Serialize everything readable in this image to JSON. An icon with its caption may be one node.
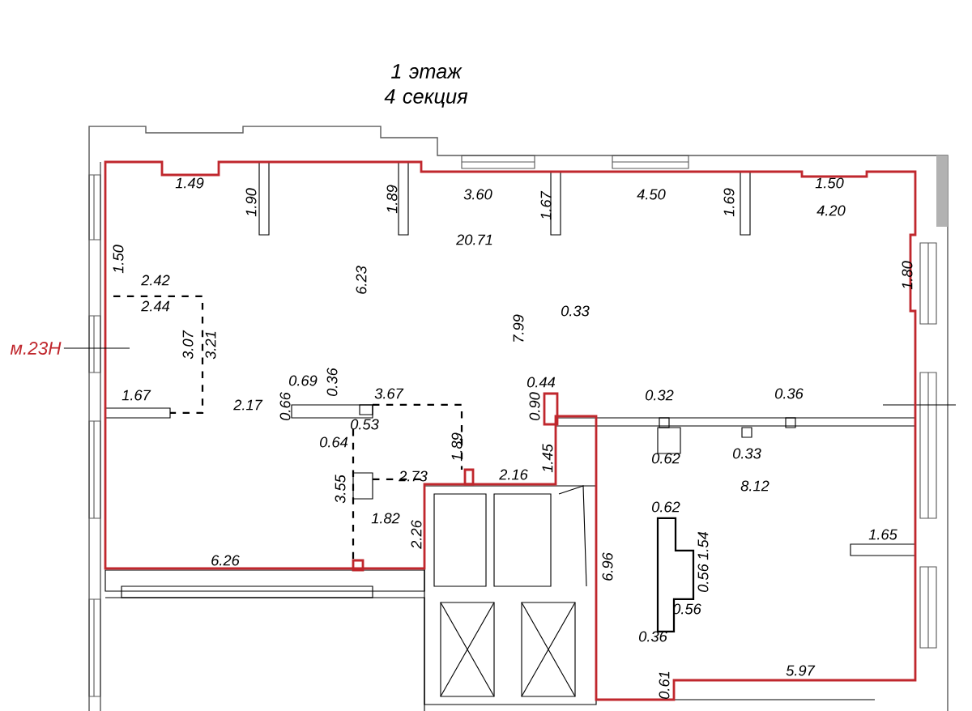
{
  "diagram": {
    "title": "1 этаж 4 секция",
    "nodes": [
      {
        "text": [
          "м.23Н"
        ]
      },
      {
        "text": [],
        "shape": "polygon"
      }
    ],
    "edges": [
      {
        "from": 0,
        "to": 1,
        "arrow": "none"
      }
    ],
    "labels": [
      "1.49",
      "1.90",
      "1.89",
      "3.60",
      "1.67",
      "20.71",
      "4.50",
      "1.69",
      "1.50",
      "4.20",
      "1.50",
      "6.23",
      "2.42",
      "2.44",
      "1.80",
      "0.33",
      "7.99",
      "3.07",
      "3.21",
      "1.67",
      "2.17",
      "0.69",
      "0.36",
      "0.66",
      "3.67",
      "0.53",
      "0.64",
      "0.44",
      "0.90",
      "0.32",
      "0.36",
      "1.89",
      "0.62",
      "0.33",
      "8.12",
      "1.45",
      "3.55",
      "2.73",
      "2.16",
      "1.82",
      "2.26",
      "0.62",
      "1.54",
      "1.65",
      "6.96",
      "6.26",
      "0.56",
      "0.56",
      "0.36",
      "0.61",
      "5.97"
    ]
  }
}
